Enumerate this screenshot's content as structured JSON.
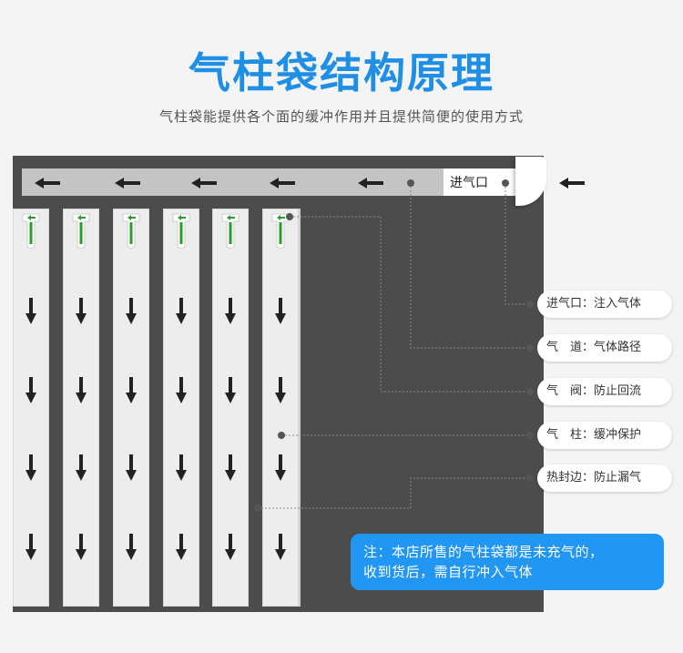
{
  "title": "气柱袋结构原理",
  "subtitle": "气柱袋能提供各个面的缓冲作用并且提供简便的使用方式",
  "colors": {
    "title": "#1f8fe6",
    "frame": "#4c4c4c",
    "channel": "#c4c4c4",
    "valve_green": "#2a9d2a",
    "note_bg": "#2196f3"
  },
  "inlet_label": "进气口",
  "labels": [
    {
      "key": "进气口",
      "value": "注入气体"
    },
    {
      "key": "气　道",
      "value": "气体路径"
    },
    {
      "key": "气　阀",
      "value": "防止回流"
    },
    {
      "key": "气　柱",
      "value": "缓冲保护"
    },
    {
      "key": "热封边",
      "value": "防止漏气"
    }
  ],
  "label_separator": "：",
  "note": {
    "line1": "注：本店所售的气柱袋都是未充气的，",
    "line2": "收到货后，需自行冲入气体"
  },
  "icons": {
    "channel_arrows": "arrow-left-icon",
    "column_arrows": "arrow-down-icon",
    "valves": "valve-icon",
    "leader_dots": "dot-icon"
  }
}
